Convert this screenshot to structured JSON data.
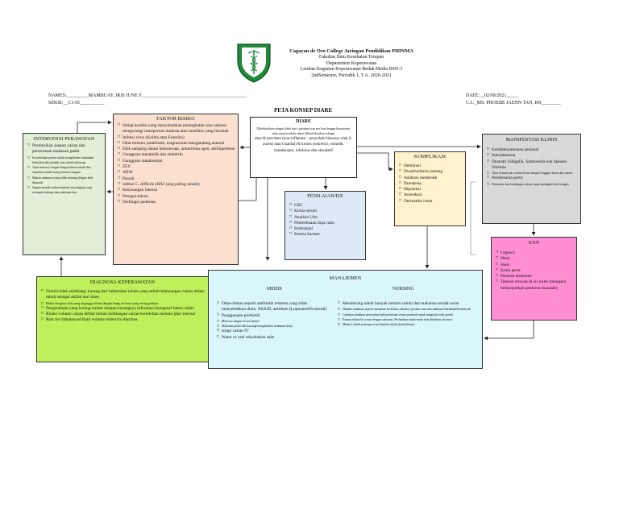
{
  "header": {
    "lines": [
      "Cagayan de Oro College Jaringan Pendidikan PHINMA",
      "Fakultas Ilmu Kesehatan Terapan",
      "Departemen Keperawatan",
      "Lembar Kegiatan Keperawatan Bedah Medis BSN-3",
      "2ndSemester, Periodik 1, T.A. 2020-2021"
    ]
  },
  "meta": {
    "names": "NAMES:_________MAMBUAY, IRIS JUNE F.___________________________________________",
    "section": "SEKSI:__C1-01__________",
    "date": "DATE:__02/09/2021_____",
    "ci": "C.I.:_MS. PHOEBE JAENN TAN, RN________"
  },
  "map_title": "PETA KONSEP DIARE",
  "diare": {
    "title": "DIARE",
    "text1": "Didefinisikan sebagai lebih dari t gerakan usus per hari dengan konsistensi tinja yang berubah; dapat diklasifikasikan sebagai",
    "text2": "akut & persisten (non-inflamasi - penyebab biasanya oleh S. aureus atau Guardia) & kronis (sekretori, osmotik, malabsorpsi, infeksius dan eksudatif"
  },
  "intervensi": {
    "title": "INTERVENSI PERAWATAN",
    "items": [
      {
        "t": "Promosikan asupan cairan dan pencernaan makanan padat",
        "s": false
      },
      {
        "t": "Instruksikan pasien untuk menghindari minuman berkafein dan produk susu untuk sekarang",
        "s": false
      },
      {
        "t": "Ajari mencuci tangan dengan benar teknik dan sarankan untuk sering mencuci tangan",
        "s": false
      },
      {
        "t": "Makan makanan yang tidak matang dengan baik dimasak",
        "s": false
      },
      {
        "t": "Jangan pernah makan mentah atau daging yang setengah matang atau makanan laut",
        "s": false
      }
    ]
  },
  "faktor": {
    "title": "FAKTOR RISIKO",
    "items": [
      "Setiap kondisi yang menyebabkan peningkatan usus sekresi, mengurangi transportasi mukosa atau motilitas yang berubah",
      "Infeksi virus (Kolitis atau Enteritis)",
      "Obat tertentu (antibiotik, magnesium-mengandung antasid",
      "Efek samping dalam kemoterapi, antiaritmia agen, antihipertensi",
      "Gangguan metabolik dan endokrin",
      "Gangguan malabsorpsi",
      "ZES",
      "AIDS",
      "Parasit",
      "infeksi C. difficile (HAI yang paling umum)",
      "Kekurangan laktosa",
      "Patogen/toksin",
      "Disfungsi pankreas"
    ]
  },
  "komplikasi": {
    "title": "KOMPLIKASI",
    "items": [
      "Dehidrasi",
      "Dysarhythmia jantung",
      "Asidosis metabolik",
      "Parestesia",
      "Hipotensi",
      "Anoreksia",
      "Dermatitis iritan"
    ]
  },
  "penilaian": {
    "title": "PENILAIAN/DX",
    "items": [
      "CBC",
      "Kimia serum",
      "Analisis Urin",
      "Pemeriksaan tinja rutin",
      "Endoskopi",
      "Enema barium"
    ]
  },
  "manifestasi": {
    "title": "MANIFESTASI KLINIS",
    "items": [
      "Keridaknyamanan perianal",
      "Inkontinensia",
      "Dysentri (Shigella, Salmonella dan Spesies Yersinia",
      "Tinja berminyak volume besar dengan longgar, darah dan nanah",
      "Pembesaran perut",
      "Frekuensi dan kendangan cairan yang meningkat dari bangku"
    ]
  },
  "sx": {
    "title": "S/SX",
    "items": [
      "Urgency",
      "Mual",
      "Haus",
      "Kram perut",
      "Distensi abdomen",
      "Tetesan minyak di air toilet (mungkin menunjukkan pankreas masalah)"
    ]
  },
  "diagnosa": {
    "title": "DIAGNOSA KEPERAWATAN",
    "items": [
      "Nutrisi tidak seimbang: kurang dari kebutuhan tubuh yang terkait kekurangan cairan dalam tubuh sebagai akibat dari diare",
      "Risiko integritas kulit yang terganggu terkait dengan buang air besar yang sering gerakan",
      "Pengetahuan yang kurang terkait dengan kurangnya informasi mengenai faktor risiko",
      "Risiko volume cairan defisit terkait kehilangan cairan berlebihan melalui jalur normal",
      "Risk for imbalanced fluid volume related to diarrhea"
    ]
  },
  "manajemen": {
    "title": "MANAJEMEN",
    "medis_title": "MEDIS",
    "nursing_title": "NURSING",
    "medis": [
      "Obat-obatan seperti antibiotik tertentu yang tidak menyebabkan diare, NSAID, antidiare (Loperamid/Lomotil)",
      "Penggunaan probiotik",
      "Mencuci tangan secara teratur",
      "Makanan padat dan kurangi/menghindari makanan dairy",
      "terapi cairan IV",
      "Water or oral rehydration salts"
    ],
    "nursing": [
      "Mendorong untuk banyak minum cairan dan makanan rendah serat",
      "Hindari makanan seperti minuman berkafein, alkohol, produk susu dan makanan berlemak/berminyak",
      "Lakukan tindakan perawatan kulit perineum sesuai perintah untuk integritas kulit pasien",
      "Pantau elektrolit serum dengan saksama. Perhatikan tanda-tanda dari dehidrasi ekstrem.",
      "Monitor detak jantung secara berkala untuk dysrhythmias"
    ]
  },
  "colors": {
    "faktor": "#fbe0cf",
    "intervensi": "#e2efd9",
    "komplikasi": "#fff2cc",
    "penilaian": "#dde9f6",
    "manifestasi": "#d9d9d9",
    "sx": "#ff8fd2",
    "diagnosa": "#bdf05a",
    "manajemen": "#d9f6fb",
    "logo": "#1e8a3a"
  },
  "logo_icon": "caduceus-shield-icon"
}
